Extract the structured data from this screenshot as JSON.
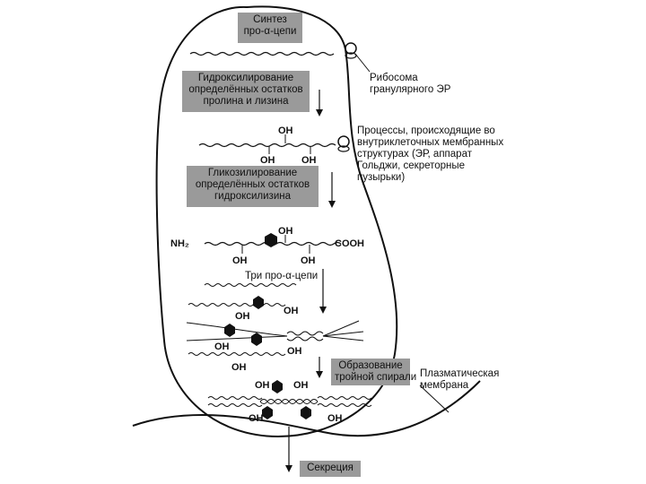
{
  "steps": {
    "synthesis": [
      "Синтез",
      "про-α-цепи"
    ],
    "hydroxylation": [
      "Гидроксилирование",
      "определённых остатков",
      "пролина и лизина"
    ],
    "glycosylation": [
      "Гликозилирование",
      "определённых остатков",
      "гидроксилизина"
    ],
    "triple_helix": [
      "Образование",
      "тройной спирали"
    ],
    "secretion": "Секреция"
  },
  "labels": {
    "ribosome": [
      "Рибосома",
      "гранулярного ЭР"
    ],
    "processes": [
      "Процессы, происходящие во",
      "внутриклеточных мембранных",
      "структурах (ЭР, аппарат",
      "Гольджи, секреторные",
      "пузырьки)"
    ],
    "membrane": [
      "Плазматическая",
      "мембрана"
    ],
    "three_chains": "Три про-α-цепи",
    "nh2": "NH₂",
    "cooh": "COOH",
    "oh": "OH"
  },
  "colors": {
    "box_fill": "#9a9a9a",
    "line": "#111111",
    "hexagon": "#111111"
  }
}
